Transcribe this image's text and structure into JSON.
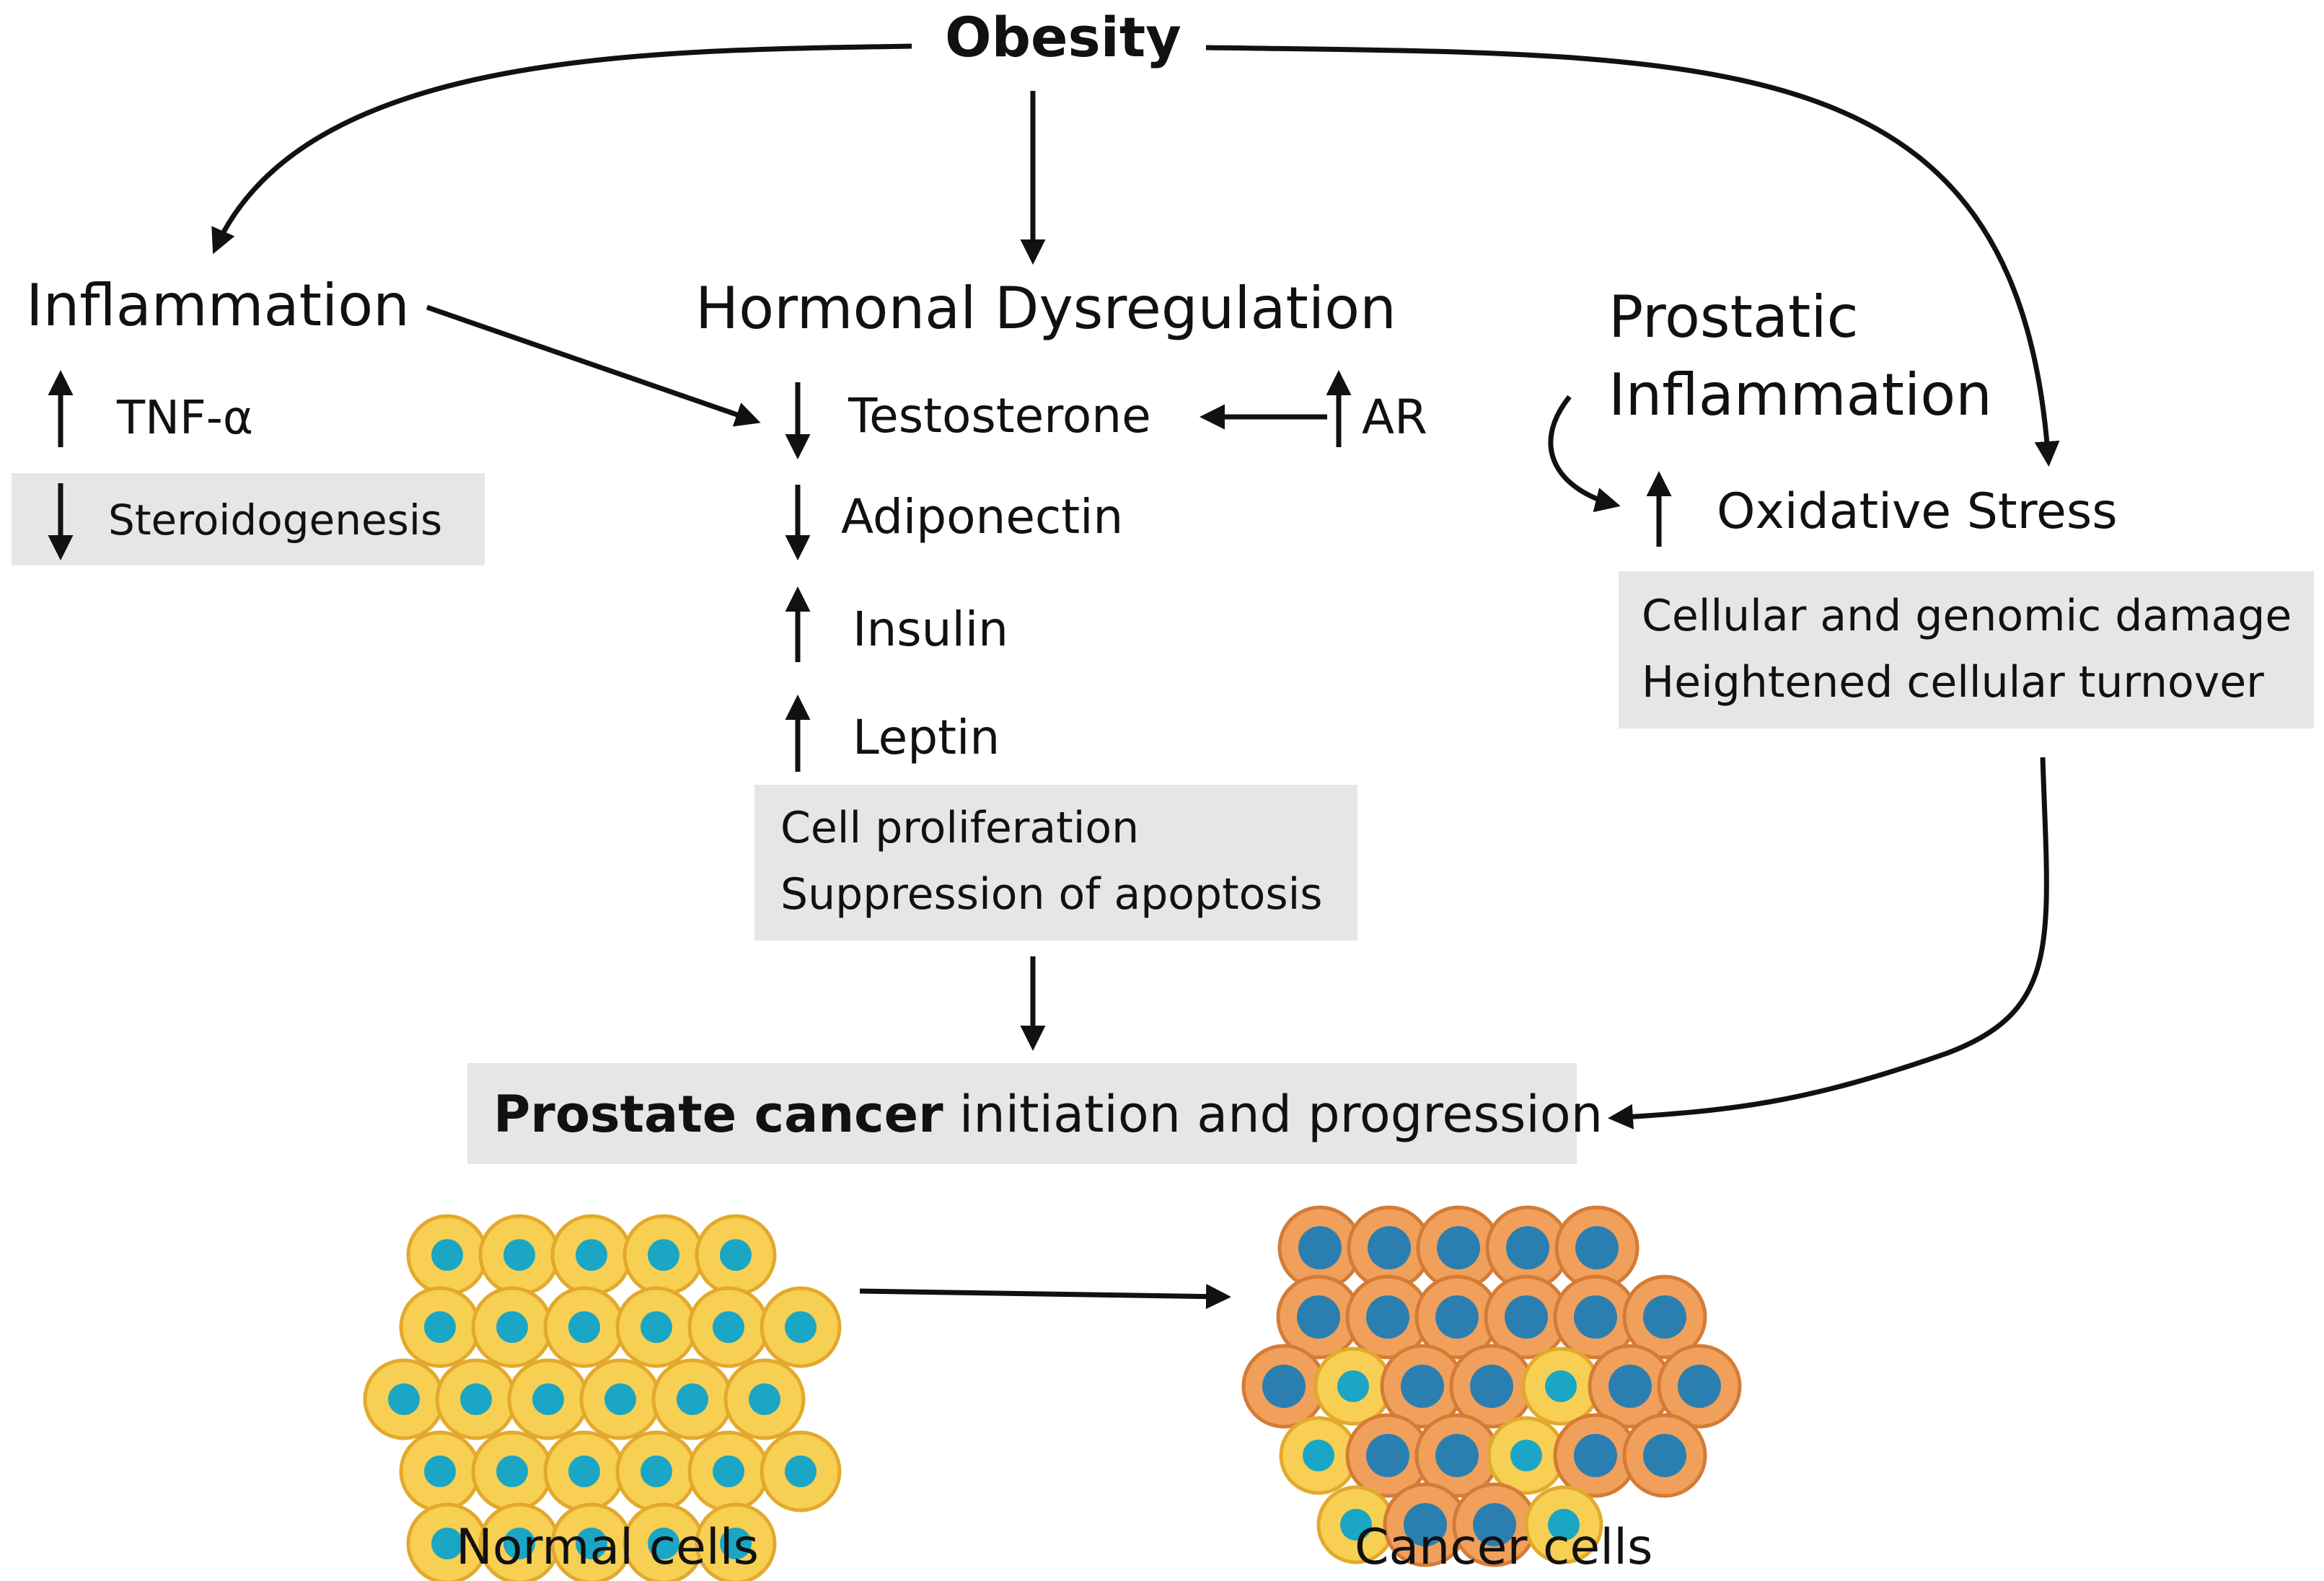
{
  "title": "Obesity",
  "inflammation": {
    "heading": "Inflammation",
    "tnf": "TNF-α",
    "steroidogenesis": "Steroidogenesis"
  },
  "hormonal": {
    "heading": "Hormonal Dysregulation",
    "testosterone": "Testosterone",
    "ar": "AR",
    "adiponectin": "Adiponectin",
    "insulin": "Insulin",
    "leptin": "Leptin",
    "box_line1": "Cell proliferation",
    "box_line2": "Suppression of apoptosis"
  },
  "prostatic": {
    "heading_line1": "Prostatic",
    "heading_line2": "Inflammation",
    "oxidative": "Oxidative Stress",
    "box_line1": "Cellular and genomic damage",
    "box_line2": "Heightened cellular turnover"
  },
  "outcome": {
    "bold": "Prostate cancer",
    "rest": " initiation and progression"
  },
  "cells": {
    "normal_label": "Normal cells",
    "cancer_label": "Cancer cells"
  },
  "colors": {
    "normal_cell": "#f7cf52",
    "normal_cell_rim": "#e3a92c",
    "nucleus": "#1aa6c4",
    "cancer_cell": "#f0a05a",
    "cancer_nucleus": "#2b7fb0",
    "box": "#e6e6e6"
  }
}
